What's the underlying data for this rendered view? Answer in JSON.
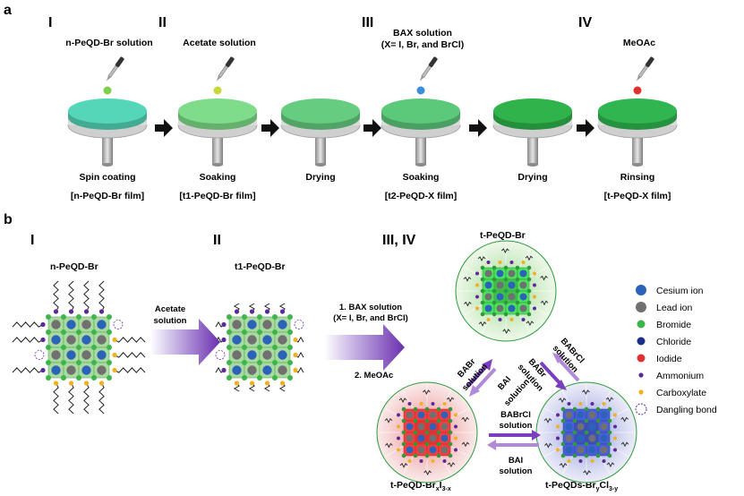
{
  "panel_a": {
    "label": "a",
    "steps": [
      {
        "roman": "I",
        "reagent": "n-PeQD-Br solution",
        "drop_color": "#7ecf4a",
        "disk_color": "#55d6b8",
        "action": "Spin coating",
        "film": "[n-PeQD-Br film]"
      },
      {
        "roman": "II",
        "reagent": "Acetate solution",
        "drop_color": "#c8d83a",
        "disk_color": "#7fdc8a",
        "action": "Soaking",
        "film": "[t1-PeQD-Br film]"
      },
      {
        "roman": "",
        "reagent": "",
        "drop_color": "",
        "disk_color": "#66cc80",
        "action": "Drying",
        "film": ""
      },
      {
        "roman": "III",
        "reagent": "BAX solution",
        "reagent2": "(X= I, Br, and BrCl)",
        "drop_color": "#3a8fd8",
        "disk_color": "#5cc87a",
        "action": "Soaking",
        "film": "[t2-PeQD-X film]"
      },
      {
        "roman": "",
        "reagent": "",
        "drop_color": "",
        "disk_color": "#2fb34a",
        "action": "Drying",
        "film": ""
      },
      {
        "roman": "IV",
        "reagent": "MeOAc",
        "drop_color": "#e03030",
        "disk_color": "#2fb650",
        "action": "Rinsing",
        "film": "[t-PeQD-X film]"
      }
    ]
  },
  "panel_b": {
    "label": "b",
    "stage1": {
      "roman": "I",
      "name": "n-PeQD-Br"
    },
    "stage2": {
      "roman": "II",
      "name": "t1-PeQD-Br"
    },
    "stage3": {
      "roman": "III, IV"
    },
    "arrow1": {
      "line1": "Acetate",
      "line2": "solution"
    },
    "arrow2": {
      "line1": "1. BAX solution",
      "line2": "(X= I, Br, and BrCl)",
      "line3": "2. MeOAc"
    },
    "products": {
      "top": "t-PeQD-Br",
      "left": "t-PeQD-Br",
      "left_sub1": "x",
      "left_mid": "I",
      "left_sub2": "3-x",
      "right": "t-PeQDs-Br",
      "right_sub1": "y",
      "right_mid": "Cl",
      "right_sub2": "3-y"
    },
    "exchange": {
      "babr1": "BABr",
      "solution1": "solution",
      "bai1": "BAI",
      "solution2": "solution",
      "babrcl1": "BABrCl",
      "solution3": "solution",
      "babr2": "BABr",
      "solution4": "solution",
      "babrcl2": "BABrCl",
      "solution5": "solution",
      "bai2": "BAI",
      "solution6": "solution"
    },
    "legend": [
      {
        "name": "Cesium ion",
        "color": "#2b63b8",
        "shape": "big-dot"
      },
      {
        "name": "Lead ion",
        "color": "#707070",
        "shape": "big-dot"
      },
      {
        "name": "Bromide",
        "color": "#3cb54a",
        "shape": "dot"
      },
      {
        "name": "Chloride",
        "color": "#1a2f8a",
        "shape": "dot"
      },
      {
        "name": "Iodide",
        "color": "#e03030",
        "shape": "dot"
      },
      {
        "name": "Ammonium",
        "color": "#5a2a9a",
        "shape": "small-dot"
      },
      {
        "name": "Carboxylate",
        "color": "#f0b020",
        "shape": "small-dot"
      },
      {
        "name": "Dangling bond",
        "color": "#5a2a9a",
        "shape": "dashed-circle"
      }
    ]
  }
}
